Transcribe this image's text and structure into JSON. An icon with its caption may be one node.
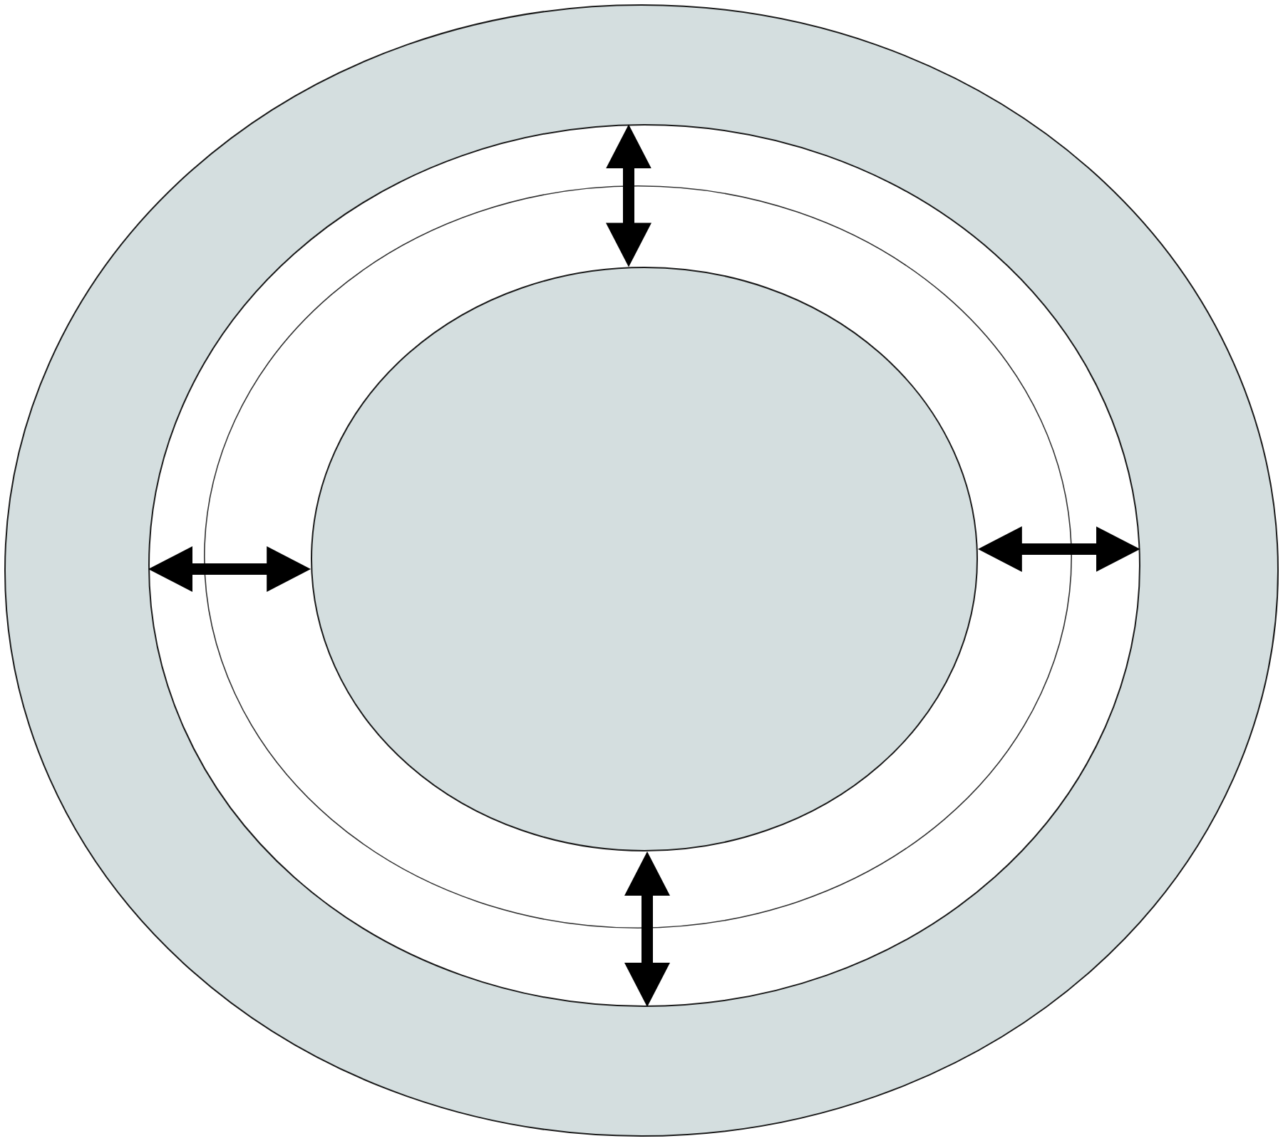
{
  "diagram": {
    "nodes": [
      {
        "text": [],
        "shape": "circle"
      },
      {
        "text": [],
        "shape": "circle",
        "in": 0
      },
      {
        "text": [],
        "shape": "circle",
        "in": 1
      },
      {
        "text": [],
        "shape": "circle",
        "in": 2
      }
    ],
    "edges": [
      {
        "from": 3,
        "to": 1,
        "arrow": "both"
      },
      {
        "from": 3,
        "to": 1,
        "arrow": "both"
      },
      {
        "from": 3,
        "to": 1,
        "arrow": "both"
      },
      {
        "from": 3,
        "to": 1,
        "arrow": "both"
      }
    ]
  }
}
